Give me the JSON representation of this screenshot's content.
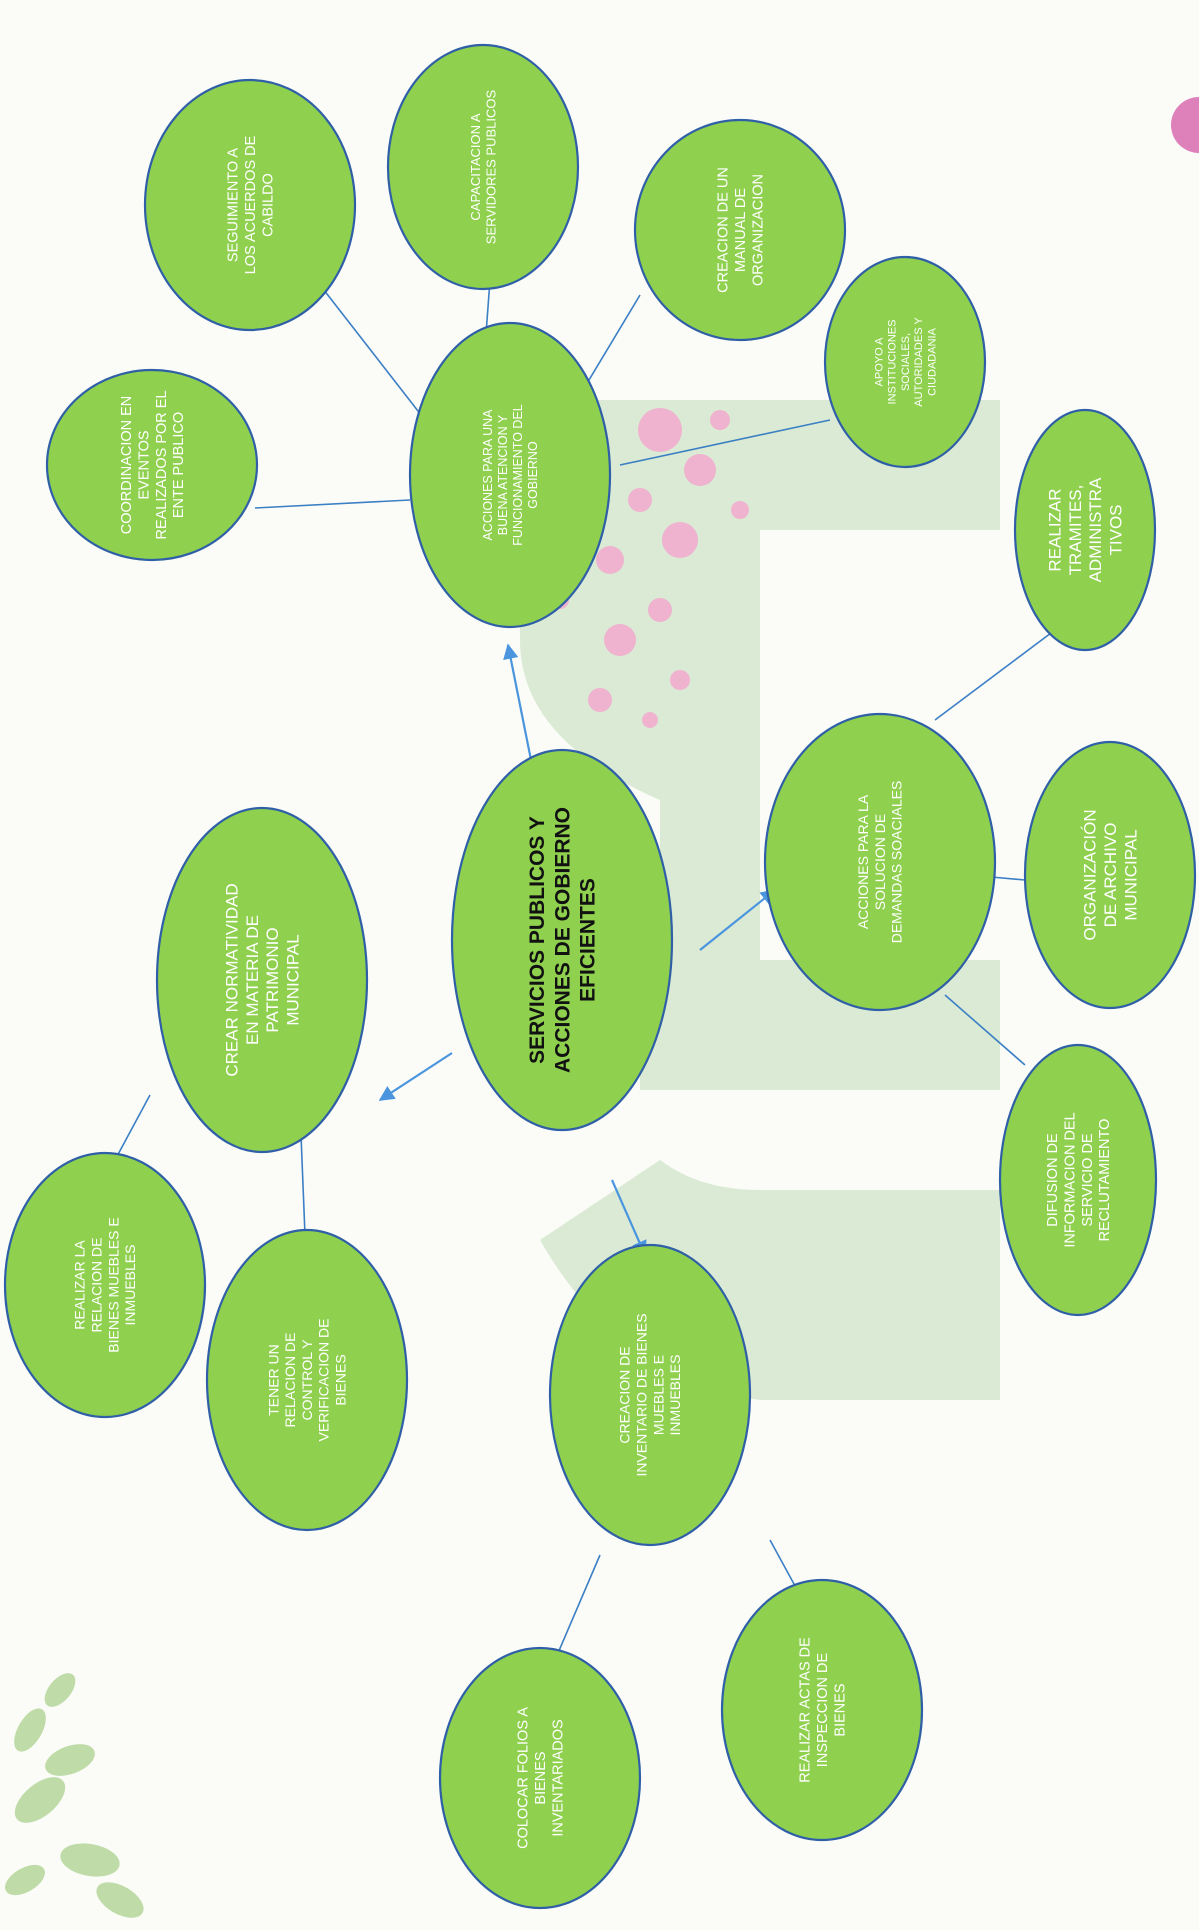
{
  "colors": {
    "node_fill": "#8fd14f",
    "node_border": "#2f5fa6",
    "edge": "#3b7fc4",
    "arrow": "#4a95de",
    "center_text": "#111111",
    "node_text": "#ffffff",
    "watermark_green": "#cfe4c8",
    "watermark_pink": "#f3a9cf"
  },
  "center": {
    "lines": [
      "SERVICIOS PUBLICOS Y",
      "ACCIONES DE GOBIERNO",
      "EFICIENTES"
    ]
  },
  "nodes": {
    "acciones_gobierno": [
      "ACCIONES PARA UNA",
      "BUENA ATENCION Y",
      "FUNCIONAMIENTO DEL",
      "GOBIERNO"
    ],
    "coordinacion_eventos": [
      "COORDINACION EN",
      "EVENTOS",
      "REALIZADOS POR EL",
      "ENTE PUBLICO"
    ],
    "seguimiento_cabildo": [
      "SEGUIMIENTO A",
      "LOS ACUERDOS DE",
      "CABILDO"
    ],
    "capacitacion": [
      "CAPACITACION A",
      "SERVIDORES PUBLICOS"
    ],
    "manual_organizacion": [
      "CREACION DE UN",
      "MANUAL DE",
      "ORGANIZACION"
    ],
    "apoyo_instituciones": [
      "APOYO A",
      "INSTITUCIONES",
      "SOCIALES,",
      "AUTORIDADES Y",
      "CIUDADANIA"
    ],
    "demandas_sociales": [
      "ACCIONES PARA LA",
      "SOLUCION DE",
      "DEMANDAS SOACIALES"
    ],
    "realizar_tramites": [
      "REALIZAR",
      "TRAMITES,",
      "ADMINISTRA",
      "TIVOS"
    ],
    "archivo_municipal": [
      "ORGANIZACIÓN",
      "DE ARCHIVO",
      "MUNICIPAL"
    ],
    "difusion_reclutamiento": [
      "DIFUSION DE",
      "INFORMACION DEL",
      "SERVICIO DE",
      "RECLUTAMIENTO"
    ],
    "normatividad_patrimonio": [
      "CREAR NORMATIVIDAD",
      "EN MATERIA DE",
      "PATRIMONIO",
      "MUNICIPAL"
    ],
    "relacion_bienes": [
      "REALIZAR LA",
      "RELACION DE",
      "BIENES MUEBLES E",
      "INMUEBLES"
    ],
    "control_verificacion": [
      "TENER UN",
      "RELACION DE",
      "CONTROL Y",
      "VERIFICACION DE",
      "BIENES"
    ],
    "inventario_bienes": [
      "CREACION DE",
      "INVENTARIO DE BIENES",
      "MUEBLES E",
      "INMUEBLES"
    ],
    "folios_bienes": [
      "COLOCAR FOLIOS A",
      "BIENES",
      "INVENTARIADOS"
    ],
    "actas_inspeccion": [
      "REALIZAR ACTAS DE",
      "INSPECCION DE",
      "BIENES"
    ]
  }
}
